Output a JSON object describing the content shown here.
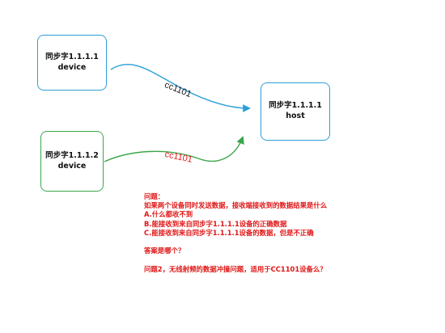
{
  "nodes": {
    "device1": {
      "line1": "同步字1.1.1.1",
      "line2": "device"
    },
    "device2": {
      "line1": "同步字1.1.1.2",
      "line2": "device"
    },
    "host": {
      "line1": "同步字1.1.1.1",
      "line2": "host"
    }
  },
  "edges": {
    "top": {
      "label": "cc1101",
      "color": "#2a9fd8"
    },
    "bottom": {
      "label": "cc1101",
      "color": "#e01616",
      "arrow_color": "#3aa64a"
    }
  },
  "notes": {
    "color": "#e01616",
    "lines": [
      "问题：",
      "如果两个设备同时发送数据，接收端接收到的数据结果是什么",
      "A.什么都收不到",
      "B.能接收到来自同步字1.1.1.1设备的正确数据",
      "C.能接收到来自同步字1.1.1.1设备的数据，但是不正确"
    ],
    "question": "答案是哪个？",
    "question2": "问题2，无线射频的数据冲撞问题，适用于CC1101设备么？"
  }
}
